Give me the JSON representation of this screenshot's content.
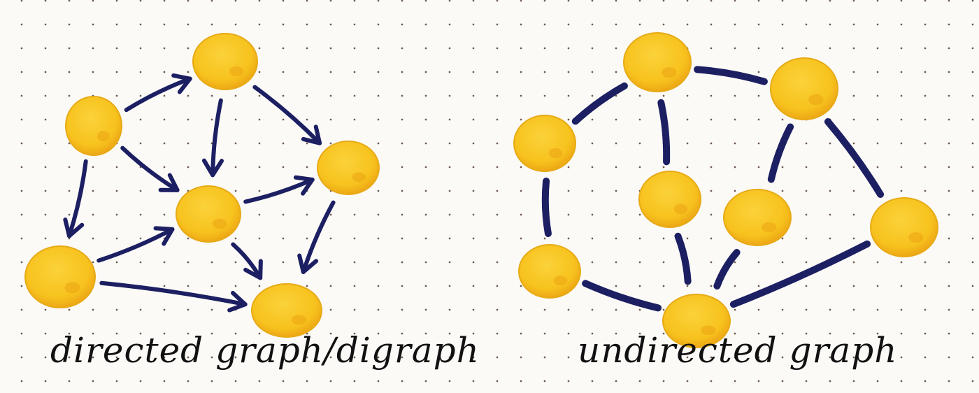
{
  "colors": {
    "node_fill": "#f7c21d",
    "node_shade": "#eba214",
    "node_edge": "#e7aa16",
    "edge_stroke": "#1c1f62",
    "paper": "#fbfaf7",
    "dot_grid": "#6f5a4c",
    "text": "#111111"
  },
  "diagrams": [
    {
      "id": "directed",
      "caption": "directed graph/digraph",
      "directed": true,
      "nodes": [
        "a",
        "b",
        "c",
        "d",
        "e",
        "f",
        "g"
      ],
      "edges": [
        [
          "a",
          "b"
        ],
        [
          "a",
          "d"
        ],
        [
          "a",
          "e"
        ],
        [
          "b",
          "d"
        ],
        [
          "b",
          "c"
        ],
        [
          "d",
          "c"
        ],
        [
          "d",
          "g"
        ],
        [
          "e",
          "d"
        ],
        [
          "e",
          "g"
        ],
        [
          "c",
          "g"
        ]
      ]
    },
    {
      "id": "undirected",
      "caption": "undirected graph",
      "directed": false,
      "nodes": [
        "p",
        "q",
        "r",
        "s",
        "t",
        "u",
        "v",
        "w",
        "x"
      ],
      "edges": [
        [
          "p",
          "q"
        ],
        [
          "p",
          "r"
        ],
        [
          "p",
          "s"
        ],
        [
          "q",
          "t"
        ],
        [
          "q",
          "u"
        ],
        [
          "r",
          "v"
        ],
        [
          "s",
          "w"
        ],
        [
          "t",
          "w"
        ],
        [
          "u",
          "w"
        ],
        [
          "v",
          "w"
        ],
        [
          "w",
          "x"
        ]
      ]
    }
  ]
}
